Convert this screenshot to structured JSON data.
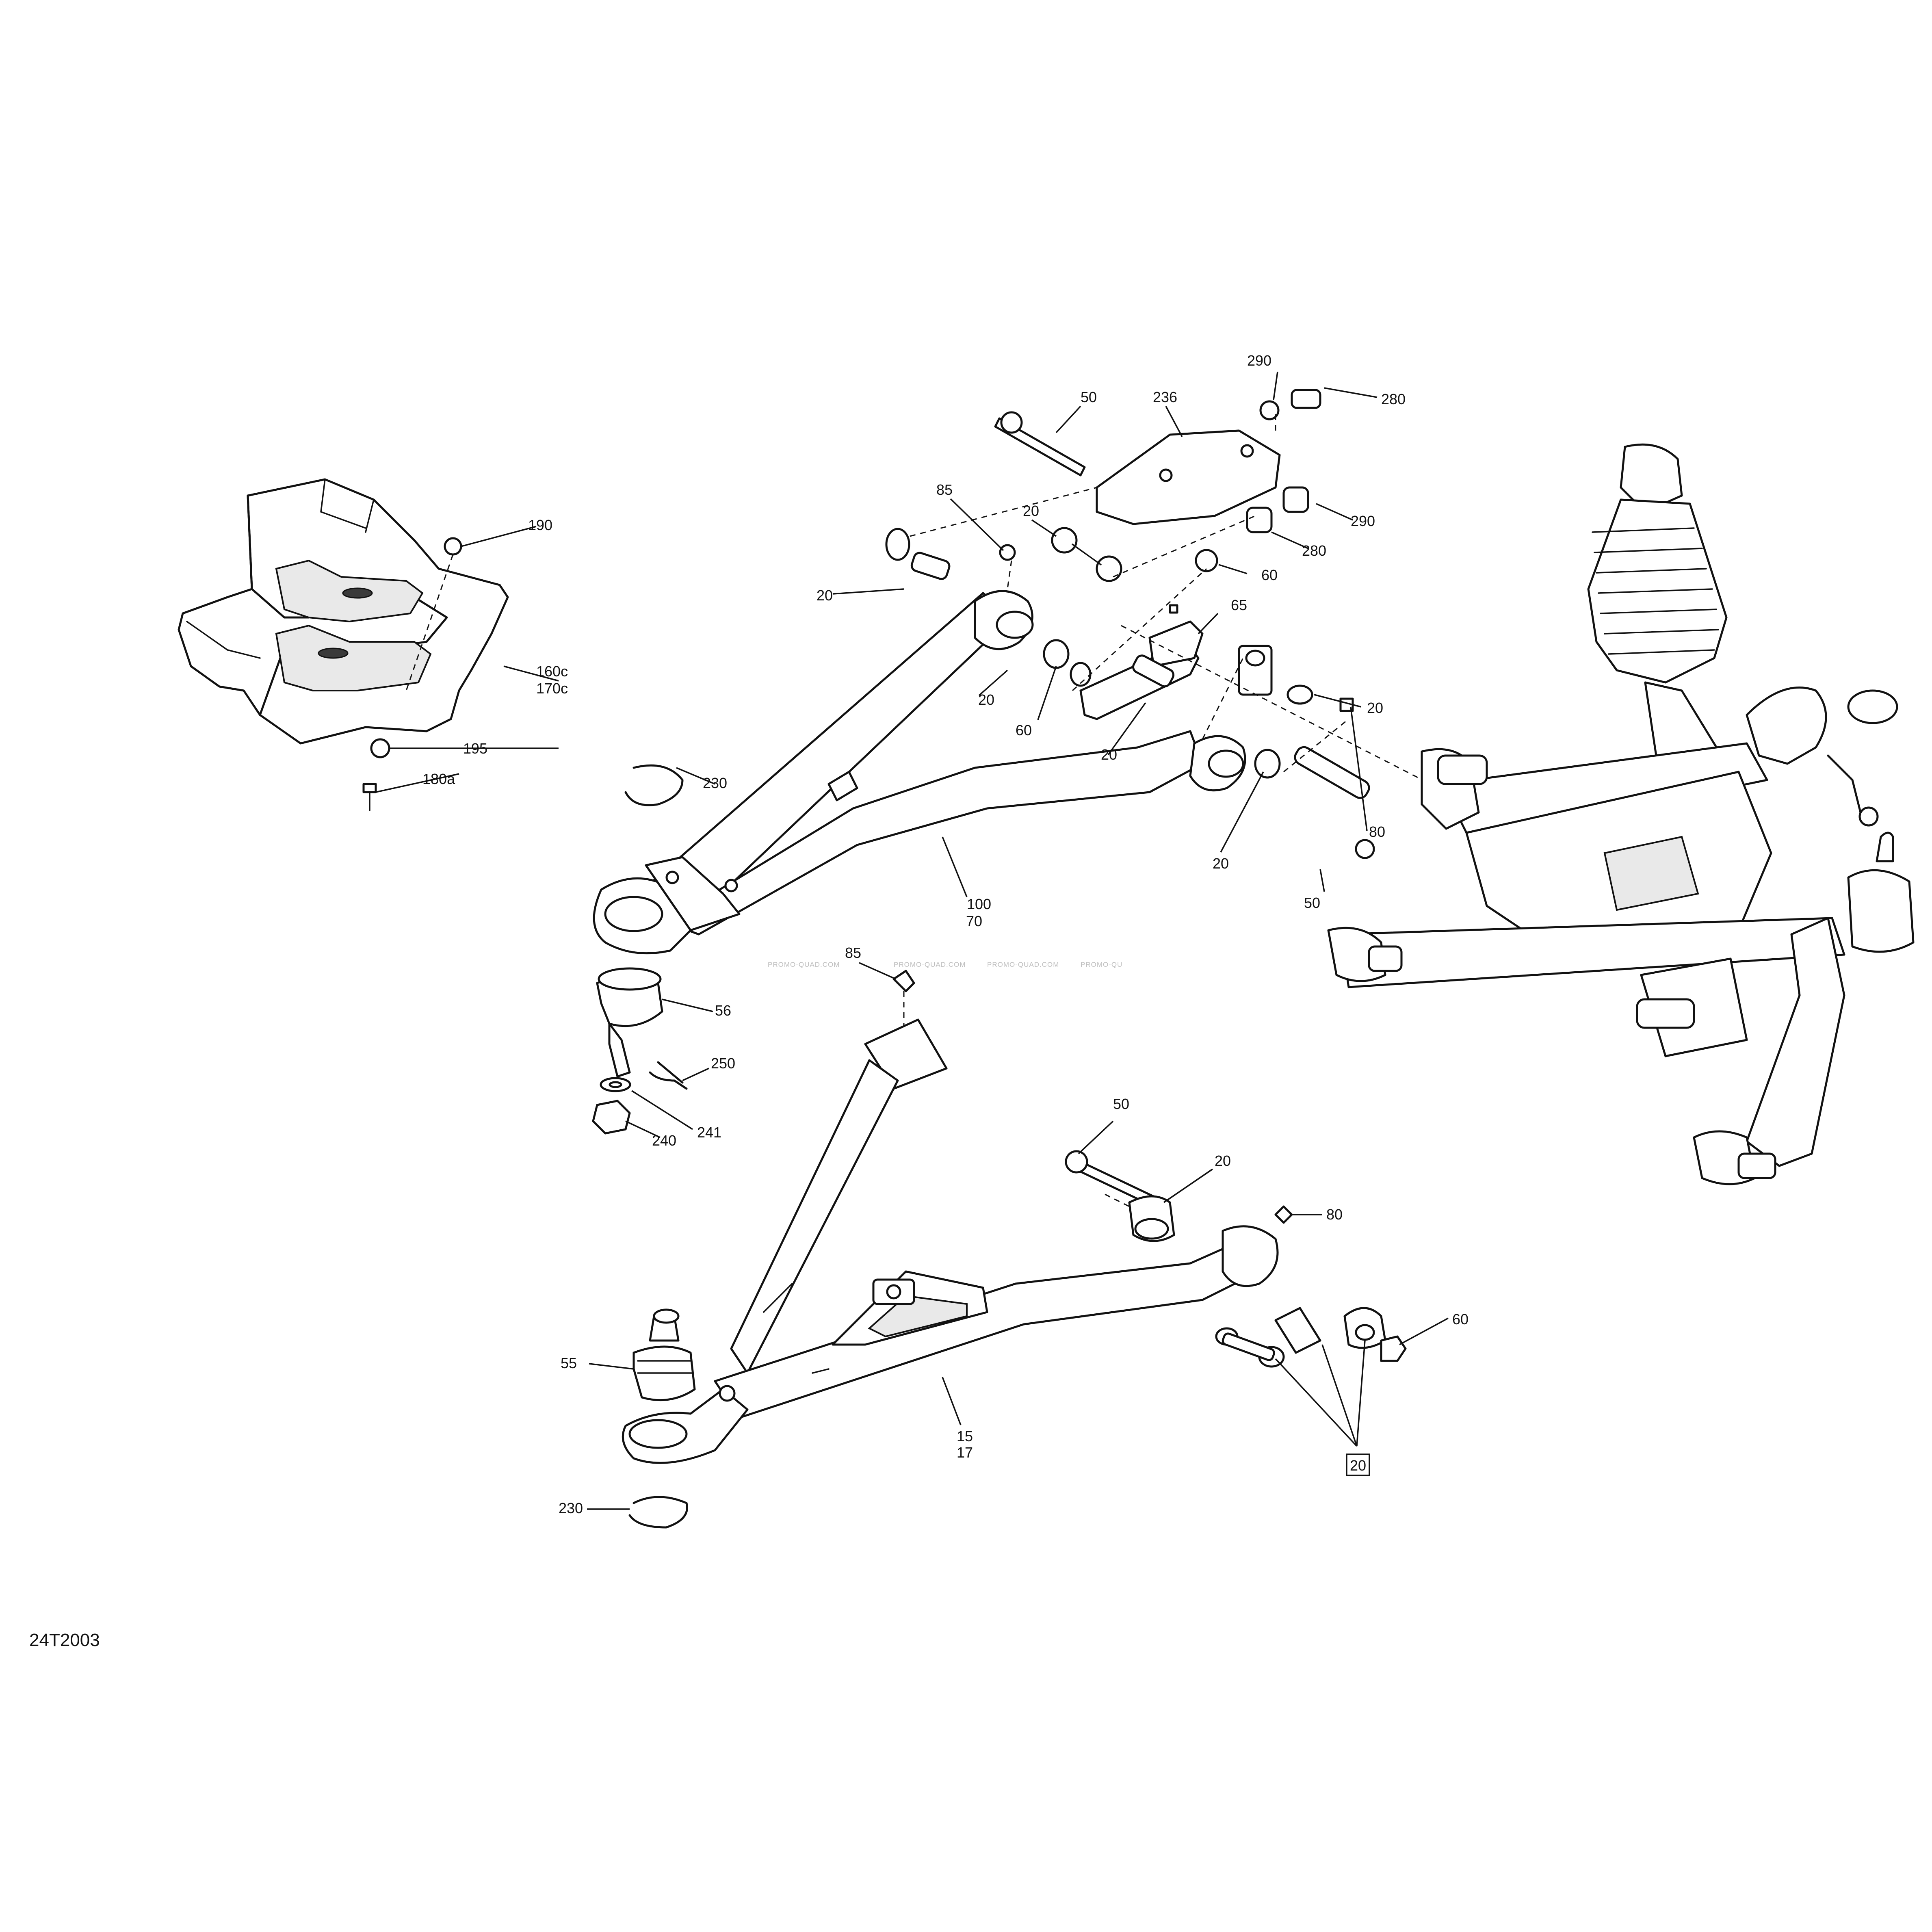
{
  "figure_id": "24T2003",
  "watermark": [
    "PROMO-QUAD.COM",
    "PROMO-QUAD.COM",
    "PROMO-QUAD.COM",
    "PROMO-QU"
  ],
  "callouts": {
    "c_290_top": "290",
    "c_280_top": "280",
    "c_50_top": "50",
    "c_236": "236",
    "c_85_top": "85",
    "c_20_a": "20",
    "c_290_mid": "290",
    "c_280_mid": "280",
    "c_60_a": "60",
    "c_20_b": "20",
    "c_65": "65",
    "c_20_c": "20",
    "c_60_b": "60",
    "c_20_d": "20",
    "c_20_e": "20",
    "c_80_top": "80",
    "c_20_f": "20",
    "c_50_mid": "50",
    "c_190": "190",
    "c_160c": "160c",
    "c_170c": "170c",
    "c_195": "195",
    "c_180a": "180a",
    "c_230_top": "230",
    "c_100": "100",
    "c_70": "70",
    "c_85_mid": "85",
    "c_56": "56",
    "c_250": "250",
    "c_241": "241",
    "c_240": "240",
    "c_50_low": "50",
    "c_20_g": "20",
    "c_80_low": "80",
    "c_60_c": "60",
    "c_55": "55",
    "c_15": "15",
    "c_17": "17",
    "c_20_boxed": "20",
    "c_230_low": "230"
  }
}
